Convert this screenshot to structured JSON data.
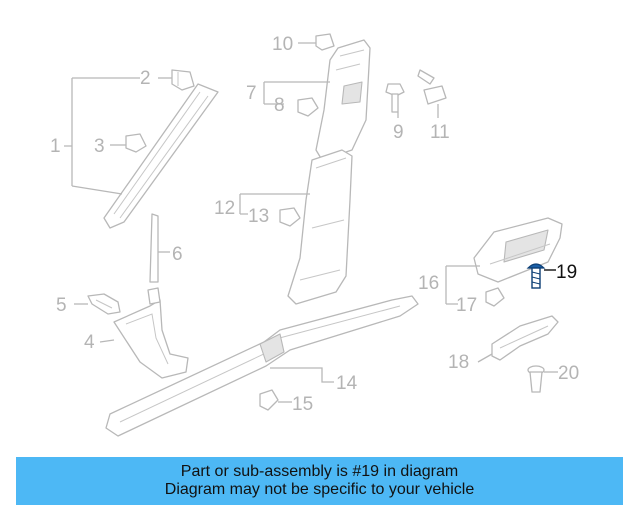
{
  "highlighted_part": "19",
  "callouts": [
    {
      "id": "1",
      "label": "1"
    },
    {
      "id": "2",
      "label": "2"
    },
    {
      "id": "3",
      "label": "3"
    },
    {
      "id": "4",
      "label": "4"
    },
    {
      "id": "5",
      "label": "5"
    },
    {
      "id": "6",
      "label": "6"
    },
    {
      "id": "7",
      "label": "7"
    },
    {
      "id": "8",
      "label": "8"
    },
    {
      "id": "9",
      "label": "9"
    },
    {
      "id": "10",
      "label": "10"
    },
    {
      "id": "11",
      "label": "11"
    },
    {
      "id": "12",
      "label": "12"
    },
    {
      "id": "13",
      "label": "13"
    },
    {
      "id": "14",
      "label": "14"
    },
    {
      "id": "15",
      "label": "15"
    },
    {
      "id": "16",
      "label": "16"
    },
    {
      "id": "17",
      "label": "17"
    },
    {
      "id": "18",
      "label": "18"
    },
    {
      "id": "19",
      "label": "19"
    },
    {
      "id": "20",
      "label": "20"
    }
  ],
  "banner": {
    "line1": "Part or sub-assembly is #19 in diagram",
    "line2": "Diagram may not be specific to your vehicle"
  },
  "colors": {
    "banner_bg": "#4db8f5",
    "callout_gray": "#b4b4b4",
    "highlight": "#111111",
    "highlight_part": "#1a5fa8"
  }
}
